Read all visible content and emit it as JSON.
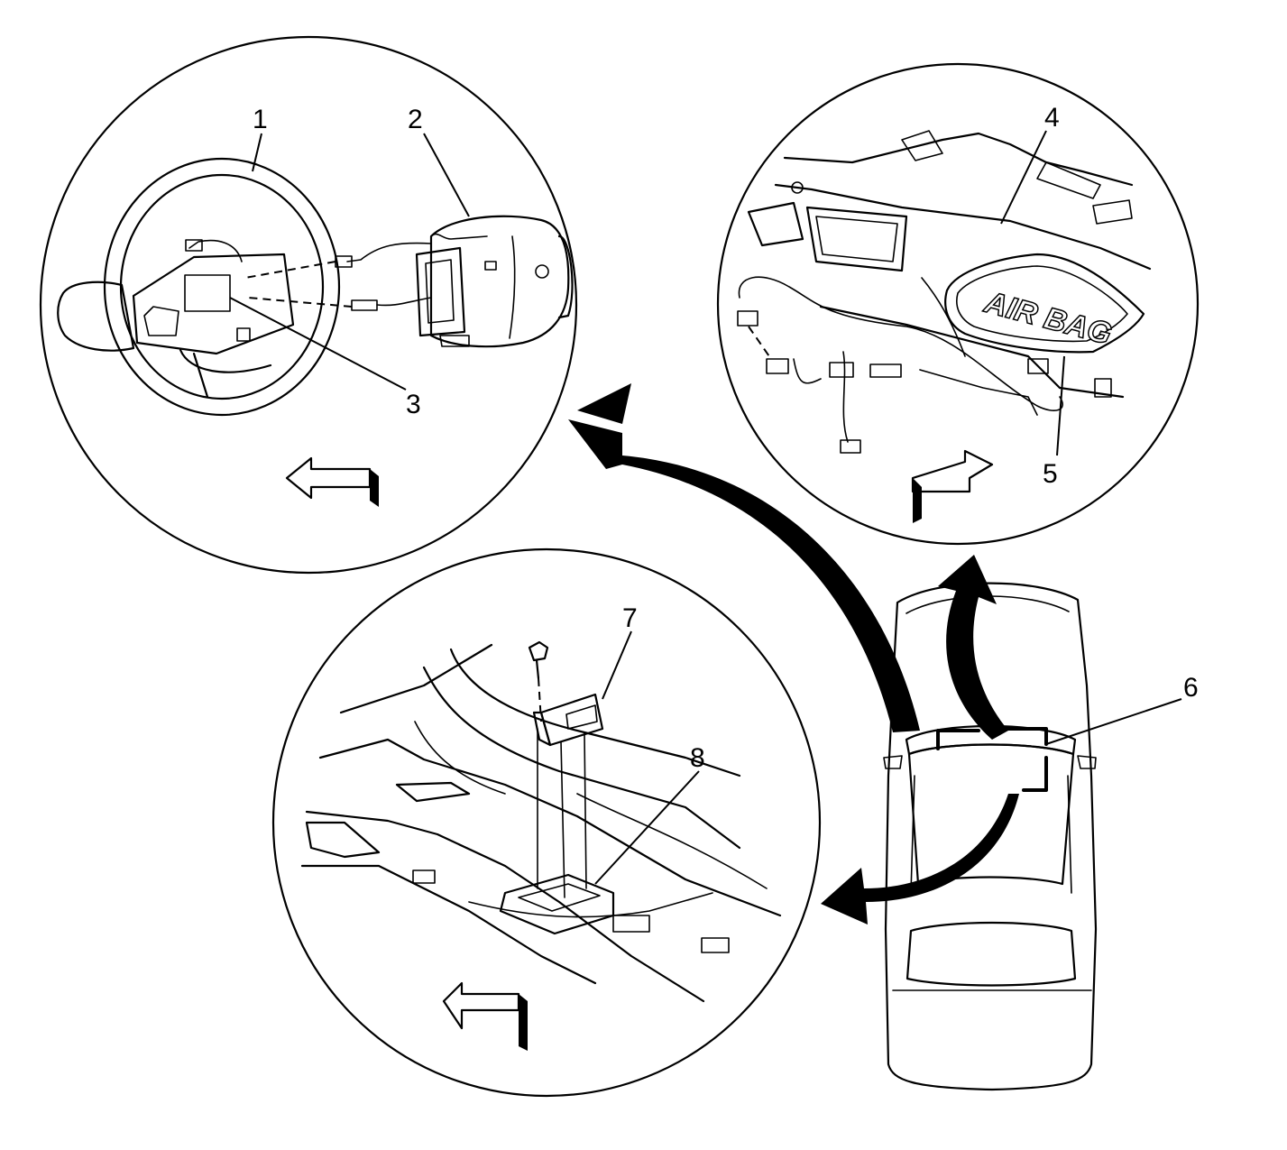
{
  "callouts": {
    "c1": "1",
    "c2": "2",
    "c3": "3",
    "c4": "4",
    "c5": "5",
    "c6": "6",
    "c7": "7",
    "c8": "8"
  },
  "airbag_label": "AIR BAG",
  "icons": {
    "front_arrow_left": "view-direction-arrow-icon",
    "front_arrow_right": "view-direction-arrow-icon",
    "rear_arrow": "view-direction-arrow-icon"
  },
  "colors": {
    "ink": "#000000",
    "background": "#ffffff"
  }
}
